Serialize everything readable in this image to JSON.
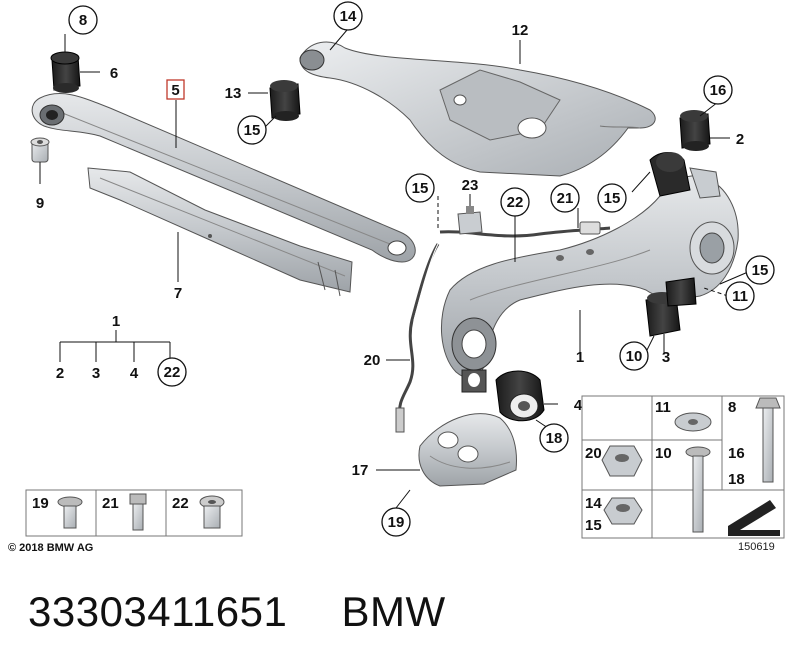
{
  "footer": {
    "copyright": "© 2018 BMW AG",
    "figure_code": "150619"
  },
  "part": {
    "number": "33303411651",
    "brand": "BMW"
  },
  "callouts": {
    "c8": "8",
    "c6": "6",
    "c5": "5",
    "c9": "9",
    "c7": "7",
    "c14": "14",
    "c12": "12",
    "c13": "13",
    "c15a": "15",
    "c16": "16",
    "c2a": "2",
    "c23": "23",
    "c22a": "22",
    "c21a": "21",
    "c15b": "15",
    "c15c": "15",
    "c15d": "15",
    "c11a": "11",
    "c1a": "1",
    "c1b": "1",
    "c2b": "2",
    "c3a": "3",
    "c4a": "4",
    "c22b": "22",
    "c20a": "20",
    "c10a": "10",
    "c3b": "3",
    "c4b": "4",
    "c18a": "18",
    "c17": "17",
    "c19a": "19"
  },
  "fastener_legend_right": {
    "c11": "11",
    "c8": "8",
    "c20": "20",
    "c10": "10",
    "c16": "16",
    "c18": "18",
    "c14": "14",
    "c15": "15"
  },
  "fastener_legend_left": {
    "c19": "19",
    "c21": "21",
    "c22": "22"
  }
}
